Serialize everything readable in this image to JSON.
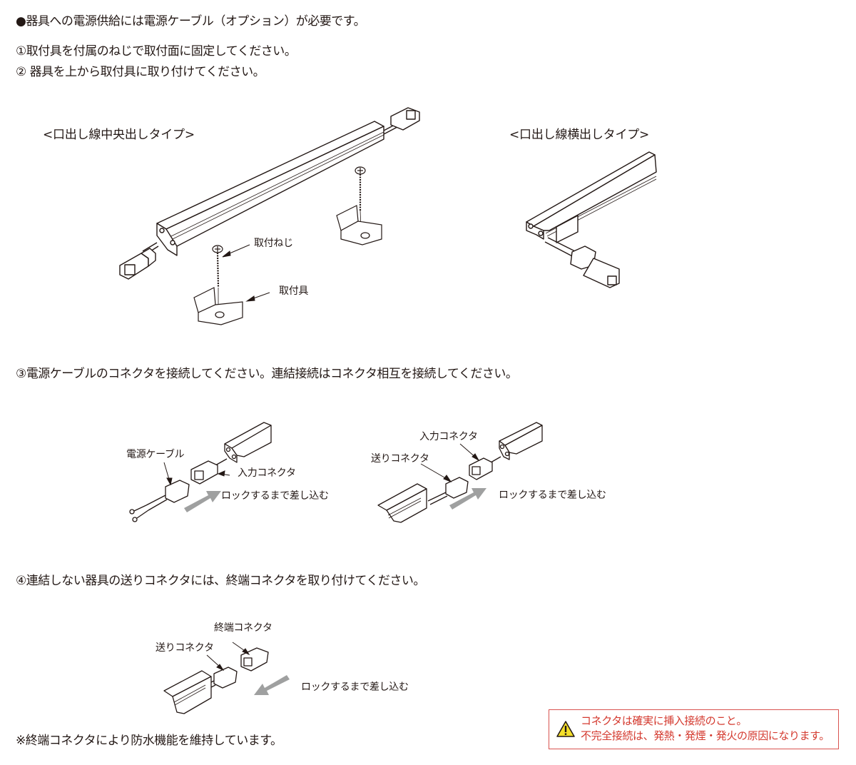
{
  "intro": {
    "power_note": "●器具への電源供給には電源ケーブル（オプション）が必要です。"
  },
  "steps": [
    {
      "number": "①",
      "text": "取付具を付属のねじで取付面に固定してください。"
    },
    {
      "number": "②",
      "text": " 器具を上から取付具に取り付けてください。"
    },
    {
      "number": "③",
      "text": "電源ケーブルのコネクタを接続してください。連結接続はコネクタ相互を接続してください。"
    },
    {
      "number": "④",
      "text": "連結しない器具の送りコネクタには、終端コネクタを取り付けてください。"
    }
  ],
  "figures": {
    "center_type": {
      "title": "<口出し線中央出しタイプ>",
      "labels": {
        "screw": "取付ねじ",
        "bracket": "取付具"
      }
    },
    "side_type": {
      "title": "<口出し線横出しタイプ>"
    },
    "power_connection": {
      "labels": {
        "power_cable": "電源ケーブル",
        "input_connector": "入力コネクタ",
        "instruction": "ロックするまで差し込む"
      }
    },
    "chain_connection": {
      "labels": {
        "input_connector": "入力コネクタ",
        "output_connector": "送りコネクタ",
        "instruction": "ロックするまで差し込む"
      }
    },
    "terminal_connection": {
      "labels": {
        "terminal_connector": "終端コネクタ",
        "output_connector": "送りコネクタ",
        "instruction": "ロックするまで差し込む"
      }
    }
  },
  "footnote": "※終端コネクタにより防水機能を維持しています。",
  "warning": {
    "icon": "warning-triangle-icon",
    "line1": "コネクタは確実に挿入接続のこと。",
    "line2": "不完全接続は、発熱・発煙・発火の原因になります。",
    "color": "#d43a2f",
    "border_color": "#d9534f",
    "icon_color": "#f5e02a"
  }
}
